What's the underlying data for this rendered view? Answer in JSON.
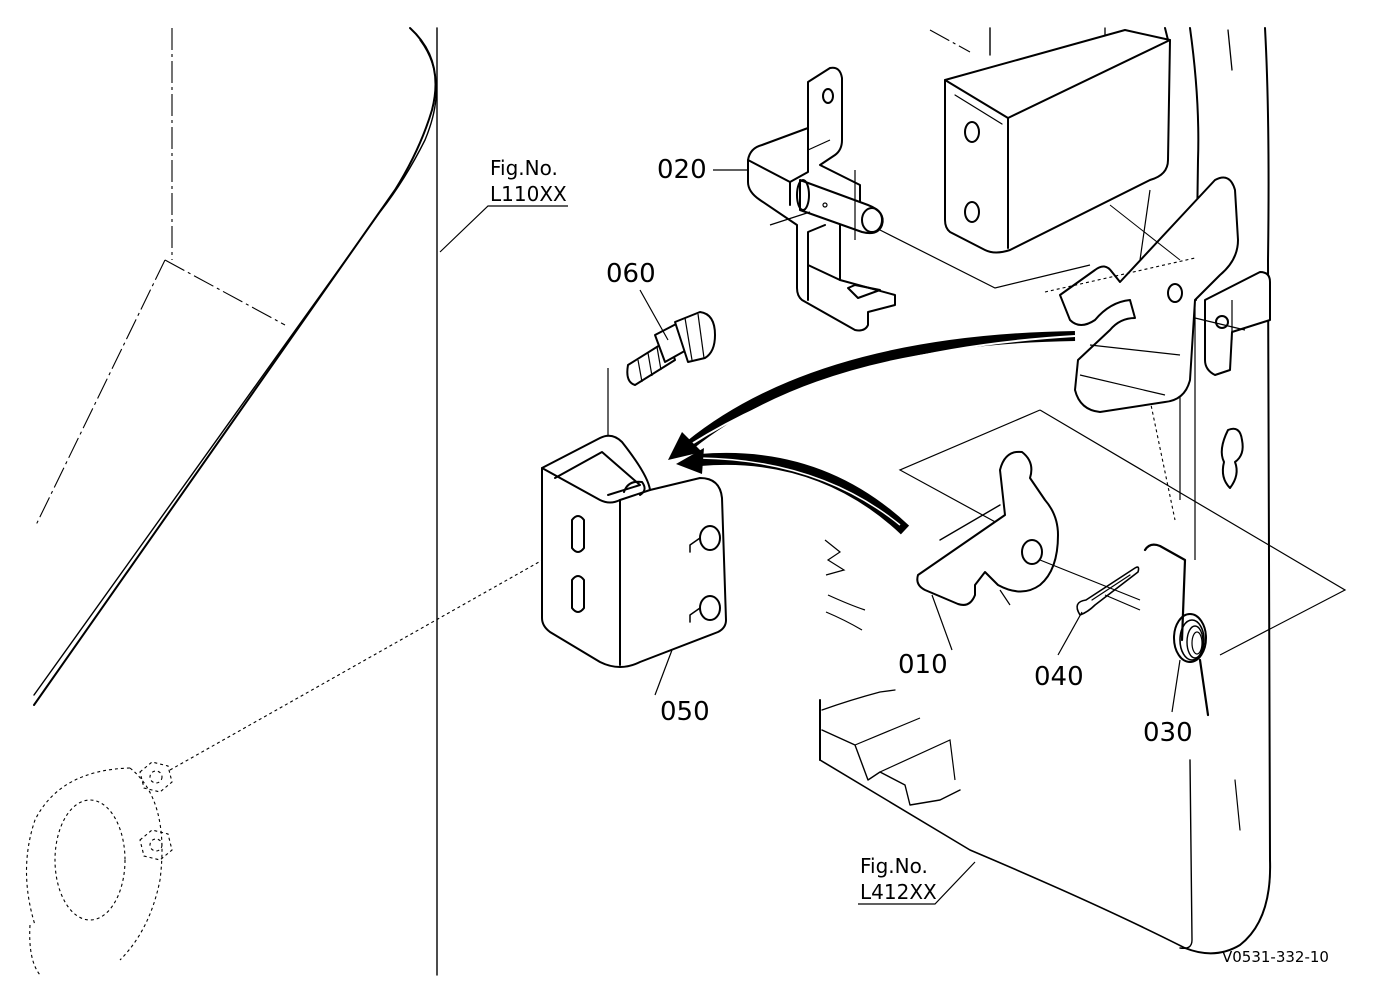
{
  "callouts": {
    "p010": "010",
    "p020": "020",
    "p030": "030",
    "p040": "040",
    "p050": "050",
    "p060": "060"
  },
  "fig_refs": {
    "left": {
      "line1": "Fig.No.",
      "line2": "L110XX"
    },
    "bottom": {
      "line1": "Fig.No.",
      "line2": "L412XX"
    }
  },
  "drawing_code": "V0531-332-10"
}
